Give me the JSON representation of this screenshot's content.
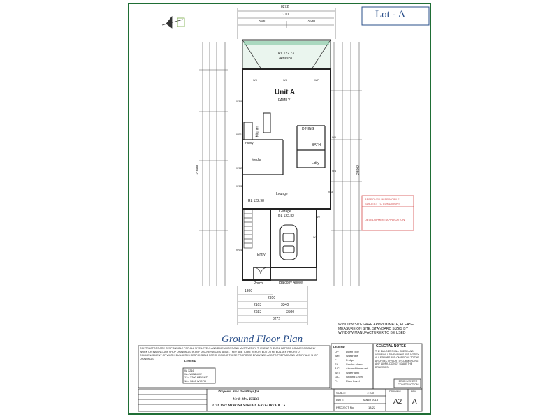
{
  "sheet": {
    "lot_label": "Lot - A",
    "plan_title": "Ground Floor Plan",
    "window_note": "WINDOW SIZES ARE APPROXIMATE, PLEASE MEASURE ON SITE, STANDARD SIZES BY WINDOW MANUFACTURER TO BE USED"
  },
  "dims": {
    "top_overall": "8272",
    "top_inner": "7710",
    "top_left": "3980",
    "top_right": "3680",
    "bottom_1": "1800",
    "bottom_2": "2950",
    "bottom_3a": "2103",
    "bottom_3b": "3340",
    "bottom_4a": "2623",
    "bottom_4b": "3580",
    "bottom_overall": "8272",
    "left_overall": "20500",
    "right_overall": "23002"
  },
  "rooms": {
    "alfresco_level": "RL 122.73",
    "alfresco": "Alfresco",
    "unit_name": "Unit A",
    "family": "FAMILY",
    "kitchen": "Kitchen",
    "pantry": "Pantry",
    "dining": "DINING",
    "bath": "BATH",
    "lndry": "L'dry",
    "media": "Media",
    "lounge": "Lounge",
    "lounge_level": "RL 122.98",
    "garage": "Garage",
    "garage_level": "RL 122.82",
    "entry": "Entry",
    "porch": "Porch",
    "balcony": "Balcony Above"
  },
  "windows": [
    "W9",
    "W8",
    "W7",
    "W10",
    "W11",
    "W12",
    "W13",
    "W14",
    "W5",
    "W4",
    "W3",
    "W2",
    "W1"
  ],
  "contract_note": "CONTRACTORS ARE RESPONSIBLE FOR ALL SITE LEVELS AND DIMENSIONS AND MUST VERIFY THESE AT THE JOB BEFORE COMMENCING ANY WORK OR MAKING ANY SHOP DRAWINGS. IF ANY DISCREPANCIES ARISE, THEY ARE TO BE REPORTED TO THE BUILDER PRIOR TO COMMENCEMENT OF WORK. BUILDER IS RESPONSIBLE FOR CHECKING THESE PROPOSED DRAWINGS AND TO PREPARE AND VERIFY ANY SHOP DRAWINGS.",
  "legend": {
    "title": "LEGEND",
    "items": [
      "W 1216",
      "W= WINDOW",
      "12= 1200 HEIGHT",
      "16= 1600 WIDTH"
    ]
  },
  "symbols": {
    "title": "LEGEND",
    "items": [
      {
        "code": "DP",
        "label": "Down pipe"
      },
      {
        "code": "WR",
        "label": "Wardrobe"
      },
      {
        "code": "F",
        "label": "Fridge"
      },
      {
        "code": "SA",
        "label": "Smoke alarm"
      },
      {
        "code": "A/C",
        "label": "Airconditioner unit"
      },
      {
        "code": "W/T",
        "label": "Water tank"
      },
      {
        "code": "G.L.",
        "label": "Ground Level"
      },
      {
        "code": "FL",
        "label": "Floor Level"
      }
    ]
  },
  "general_notes": {
    "title": "GENERAL NOTES",
    "text": "THE BUILDER SHALL CHECK AND VERIFY ALL DIMENSIONS AND NOTIFY ALL ERRORS AND OMISSIONS TO THE ARCHITECT PRIOR TO COMMENCING ANY WORK. DO NOT SCALE THE DRAWINGS.",
    "construction": "BRICK VENEER CONSTRUCTION"
  },
  "stamp": {
    "line1": "APPROVED IN PRINCIPLE",
    "line2": "SUBJECT TO CONDITIONS",
    "line3": "DEVELOPMENT APPLICATION"
  },
  "title_block": {
    "project": "Proposed New Dwellings for",
    "client": "Mr & Mrs. KORO",
    "address": "LOT 1627 MIMOSA STREET, GREGORY HILLS",
    "scale_label": "SCALE:",
    "scale": "1:100",
    "date_label": "DATE:",
    "date": "March 2018",
    "project_label": "PROJECT No.",
    "project_no": "18-22",
    "drawing_label": "DRAWING",
    "drawing": "A2",
    "rev_label": "REV",
    "rev": "A"
  },
  "colors": {
    "border": "#1f6e35",
    "title": "#2a4f8a",
    "stamp": "#d44b4b",
    "roof": "#7fc4a0"
  }
}
